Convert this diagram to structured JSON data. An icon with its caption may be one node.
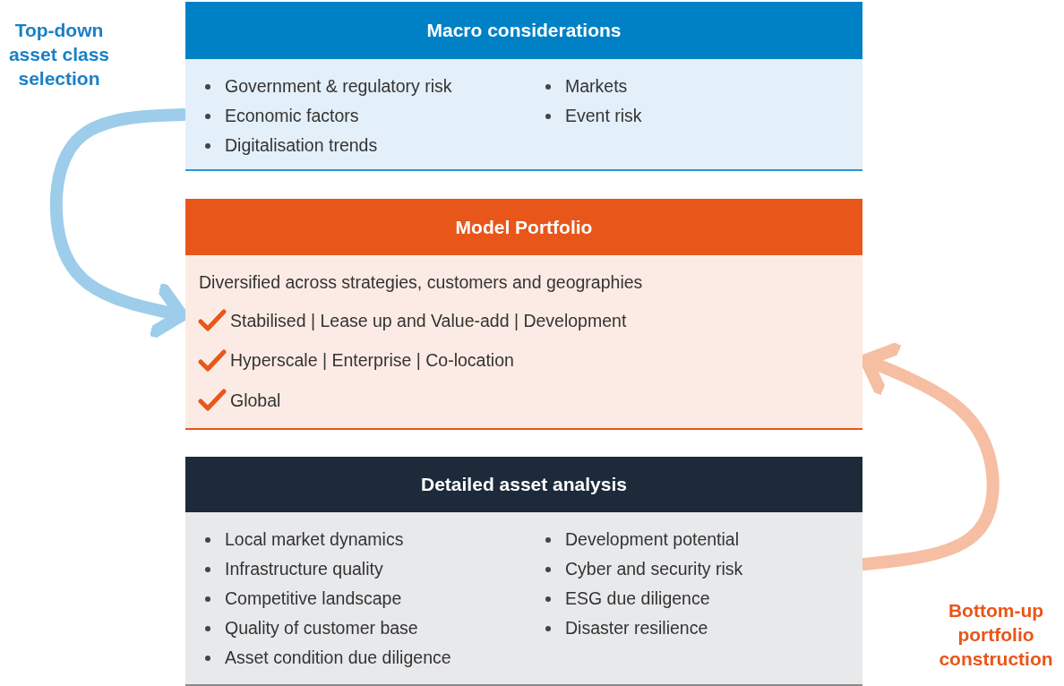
{
  "diagram": {
    "nodes": [
      {
        "text": [
          "Macro considerations",
          "Government & regulatory risk",
          "Economic factors",
          "Digitalisation trends",
          "Markets",
          "Event risk"
        ]
      },
      {
        "text": [
          "Model Portfolio",
          "Diversified across strategies, customers and geographies",
          "Stabilised | Lease up and Value-add | Development",
          "Hyperscale | Enterprise | Co-location",
          "Global"
        ]
      },
      {
        "text": [
          "Detailed asset analysis",
          "Local market dynamics",
          "Infrastructure quality",
          "Competitive landscape",
          "Quality of customer base",
          "Asset condition due diligence",
          "Development potential",
          "Cyber and security risk",
          "ESG due diligence",
          "Disaster resilience"
        ]
      }
    ],
    "edges": [
      {
        "from": 0,
        "to": 1,
        "arrow": "to",
        "color": "#9dcdea"
      },
      {
        "from": 2,
        "to": 1,
        "arrow": "to",
        "color": "#f6bea2"
      }
    ],
    "labels": [
      "Top-down asset class selection",
      "Bottom-up portfolio construction"
    ]
  }
}
